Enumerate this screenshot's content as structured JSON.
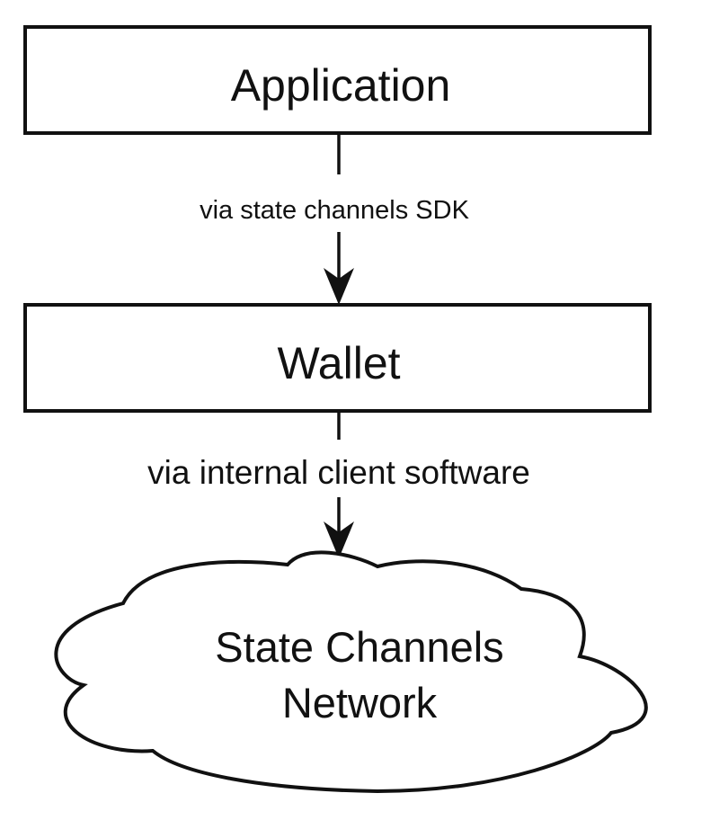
{
  "diagram": {
    "nodes": [
      {
        "id": "application",
        "label": "Application",
        "shape": "rectangle"
      },
      {
        "id": "wallet",
        "label": "Wallet",
        "shape": "rectangle"
      },
      {
        "id": "network",
        "label_lines": [
          "State Channels",
          "Network"
        ],
        "shape": "cloud"
      }
    ],
    "edges": [
      {
        "from": "application",
        "to": "wallet",
        "label": "via state channels SDK"
      },
      {
        "from": "wallet",
        "to": "network",
        "label": "via internal client software"
      }
    ],
    "colors": {
      "stroke": "#111111",
      "fill": "#ffffff",
      "text": "#111111"
    }
  }
}
